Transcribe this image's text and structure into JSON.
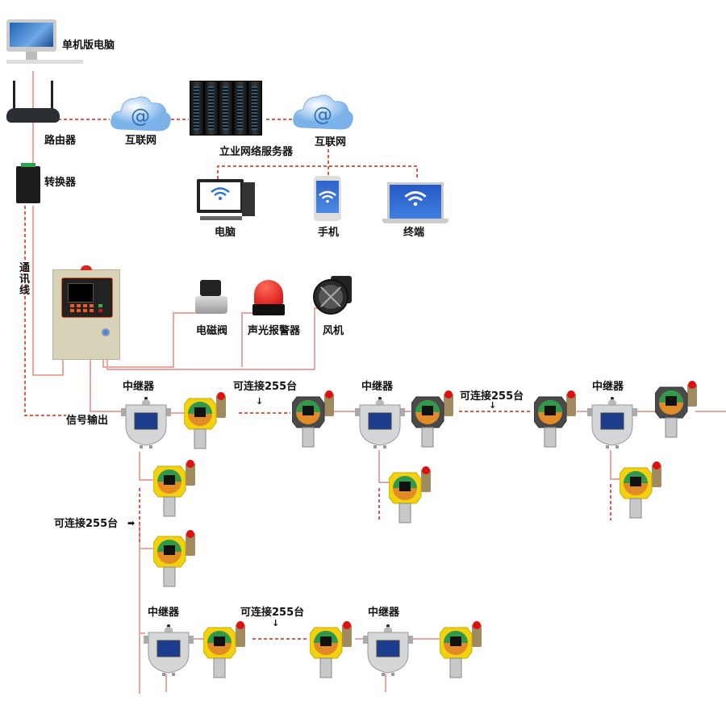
{
  "diagram": {
    "title": "Gas detection network topology",
    "line_colors": {
      "wire": "#e8a09a",
      "dotted": "#e0564a"
    },
    "nodes": {
      "standalone_pc": "单机版电脑",
      "router": "路由器",
      "converter": "转换器",
      "internet_left": "互联网",
      "server": "立业网络服务器",
      "internet_right": "互联网",
      "computer": "电脑",
      "phone": "手机",
      "terminal": "终端",
      "comm_line": "通讯线",
      "valve": "电磁阀",
      "alarm": "声光报警器",
      "fan": "风机",
      "signal_output": "信号输出"
    },
    "repeaters": [
      {
        "label": "中继器"
      },
      {
        "label": "中继器"
      },
      {
        "label": "中继器"
      },
      {
        "label": "中继器"
      },
      {
        "label": "中继器"
      }
    ],
    "capacity_notes": [
      {
        "text": "可连接255台",
        "arrow": "down"
      },
      {
        "text": "可连接255台",
        "arrow": "down"
      },
      {
        "text": "可连接255台",
        "arrow": "right"
      },
      {
        "text": "可连接255台",
        "arrow": "down"
      }
    ],
    "icons": {
      "cloud": "cloud-at-icon",
      "wifi": "wifi-icon",
      "arrow_down": "↓",
      "arrow_right": "➡"
    }
  }
}
